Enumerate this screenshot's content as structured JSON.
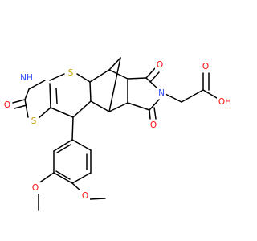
{
  "colors": {
    "background": "#ffffff",
    "bond": "#000000",
    "carbon": "#000000",
    "nitrogen": "#3050F8",
    "oxygen": "#FF0D0D",
    "sulfur": "#C8A000"
  },
  "atoms": [
    {
      "name": "atom-n-thiazole",
      "text": "NH",
      "element": "nitrogen"
    },
    {
      "name": "atom-o-thiazolone",
      "text": "O",
      "element": "oxygen"
    },
    {
      "name": "atom-s-thiazole",
      "text": "S",
      "element": "sulfur"
    },
    {
      "name": "atom-s-thiopyran",
      "text": "S",
      "element": "sulfur"
    },
    {
      "name": "atom-o-imide-top",
      "text": "O",
      "element": "oxygen"
    },
    {
      "name": "atom-o-imide-bottom",
      "text": "O",
      "element": "oxygen"
    },
    {
      "name": "atom-n-imide",
      "text": "N",
      "element": "nitrogen"
    },
    {
      "name": "atom-o-acid-carbonyl",
      "text": "O",
      "element": "oxygen"
    },
    {
      "name": "atom-oh-acid",
      "text": "OH",
      "element": "oxygen"
    },
    {
      "name": "atom-o-methoxy-3",
      "text": "O",
      "element": "oxygen"
    },
    {
      "name": "atom-o-methoxy-4",
      "text": "O",
      "element": "oxygen"
    }
  ]
}
